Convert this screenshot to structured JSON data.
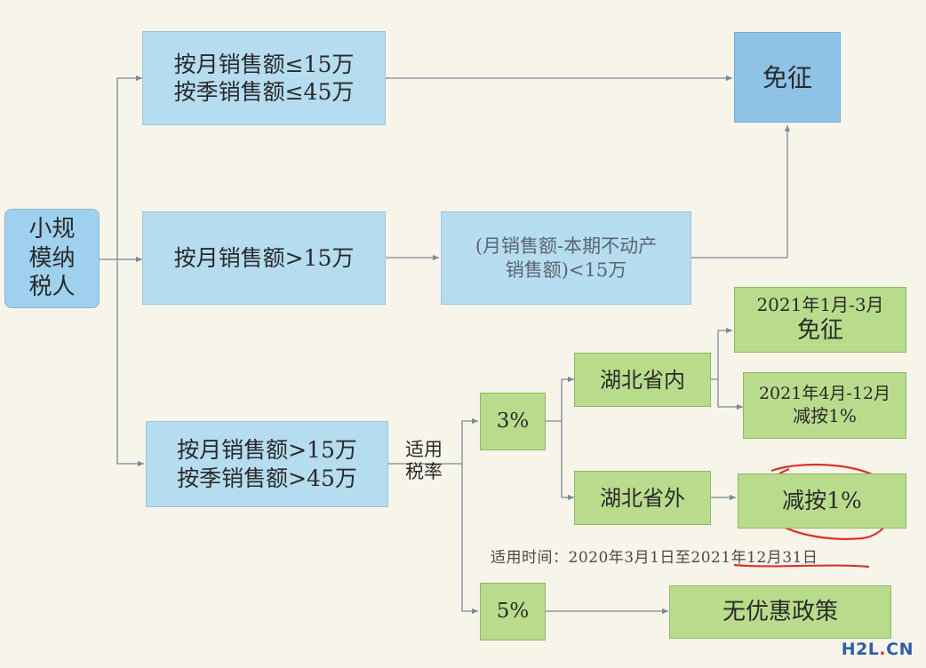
{
  "nodes": {
    "root": [
      "小规",
      "模纳",
      "税人"
    ],
    "branch_low": [
      "按月销售额≤15万",
      "按季销售额≤45万"
    ],
    "exempt_top": "免征",
    "branch_mid": "按月销售额>15万",
    "condition_mid": [
      "(月销售额-本期不动产",
      "销售额)<15万"
    ],
    "branch_high": [
      "按月销售额>15万",
      "按季销售额>45万"
    ],
    "rate_label": [
      "适用",
      "税率"
    ],
    "rate_3": "3%",
    "rate_5": "5%",
    "hubei_in": "湖北省内",
    "hubei_out": "湖北省外",
    "period_q1": [
      "2021年1月-3月",
      "免征"
    ],
    "period_q2": [
      "2021年4月-12月",
      "减按1%"
    ],
    "reduce_out": "减按1%",
    "no_benefit": "无优惠政策"
  },
  "note": "适用时间：2020年3月1日至2021年12月31日",
  "watermark": {
    "main": "H2L",
    "dot": ".",
    "suffix": "CN"
  },
  "colors": {
    "blue_box": "#b6dcf0",
    "dark_blue_box": "#8ec2e6",
    "green_box": "#b9dc8c",
    "connector": "#7a8a96",
    "annotation_red": "#d8342c",
    "watermark": "#2f5fa8"
  }
}
